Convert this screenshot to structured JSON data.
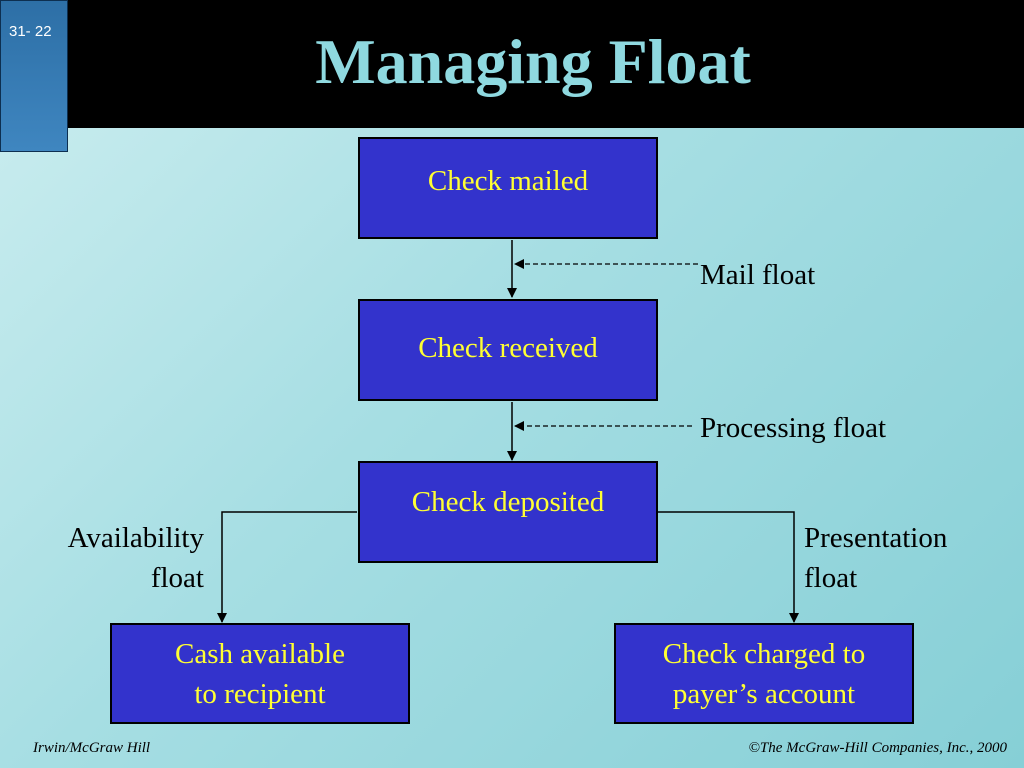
{
  "slide": {
    "number": "31- 22",
    "title": "Managing Float"
  },
  "diagram": {
    "boxes": {
      "check_mailed": "Check mailed",
      "check_received": "Check received",
      "check_deposited": "Check deposited",
      "cash_available_line1": "Cash available",
      "cash_available_line2": "to recipient",
      "check_charged_line1": "Check charged to",
      "check_charged_line2": "payer’s account"
    },
    "labels": {
      "mail_float": "Mail float",
      "processing_float": "Processing float",
      "availability_line1": "Availability",
      "availability_line2": "float",
      "presentation_line1": "Presentation",
      "presentation_line2": "float"
    }
  },
  "footer": {
    "left": "Irwin/McGraw Hill",
    "right": "©The McGraw-Hill Companies, Inc., 2000"
  },
  "colors": {
    "box_fill": "#3333cc",
    "box_text": "#ffff33",
    "title": "#8fd9e0"
  }
}
